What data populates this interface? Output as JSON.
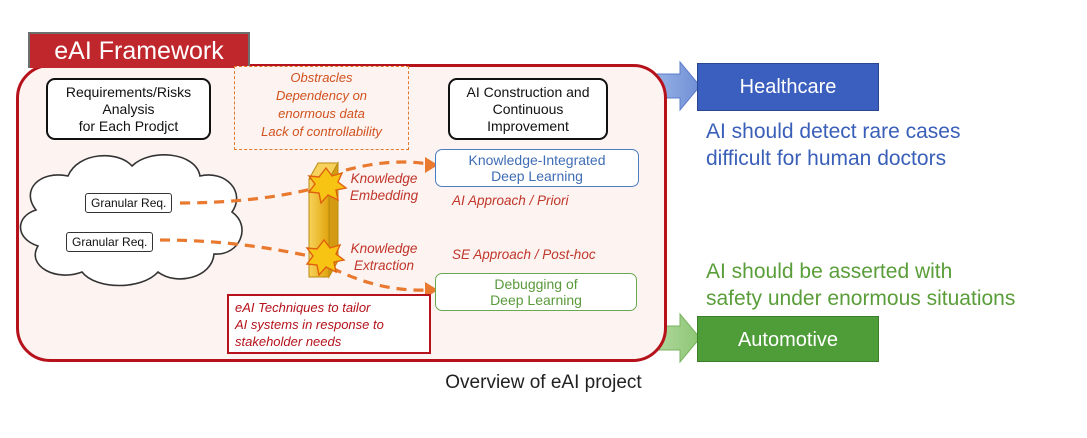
{
  "framework": {
    "title": "eAI Framework",
    "requirements_box": [
      "Requirements/Risks",
      "Analysis",
      "for Each Prodjct"
    ],
    "obstacles": [
      "Obstracles",
      "Dependency on",
      "enormous data",
      "Lack of controllability"
    ],
    "ai_construction_box": [
      "AI Construction and",
      "Continuous",
      "Improvement"
    ],
    "knowledge_integrated_box": [
      "Knowledge-Integrated",
      "Deep Learning"
    ],
    "debugging_box": [
      "Debugging of",
      "Deep Learning"
    ],
    "knowledge_embedding": [
      "Knowledge",
      "Embedding"
    ],
    "knowledge_extraction": [
      "Knowledge",
      "Extraction"
    ],
    "ai_approach": "AI Approach / Priori",
    "se_approach": "SE Approach / Post-hoc",
    "granular_req_1": "Granular Req.",
    "granular_req_2": "Granular Req.",
    "techniques_box": [
      "eAI Techniques to tailor",
      "AI systems in response to",
      "stakeholder needs"
    ]
  },
  "healthcare": {
    "label": "Healthcare",
    "statement": [
      "AI should detect rare cases",
      "difficult for human doctors"
    ]
  },
  "automotive": {
    "label": "Automotive",
    "statement": [
      "AI should be asserted with",
      "safety under enormous situations"
    ]
  },
  "caption": "Overview of eAI project",
  "colors": {
    "framework_red": "#c0272d",
    "panel_fill": "#fdf3f1",
    "dashed_orange": "#e8792f",
    "healthcare_blue": "#3b5fbf",
    "automotive_green": "#4f9d39",
    "pillar_gold": "#f2b81d"
  }
}
